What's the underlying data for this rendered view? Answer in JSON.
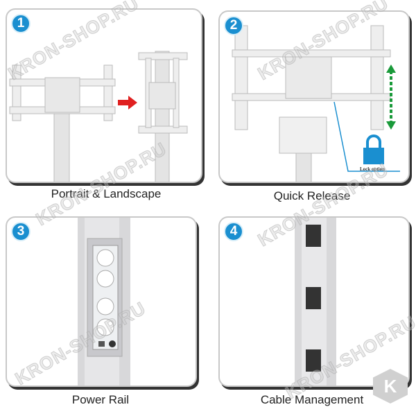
{
  "panels": [
    {
      "number": "1",
      "caption": "Portrait & Landscape"
    },
    {
      "number": "2",
      "caption": "Quick Release",
      "lock_label": "Lock option"
    },
    {
      "number": "3",
      "caption": "Power Rail"
    },
    {
      "number": "4",
      "caption": "Cable Management"
    }
  ],
  "watermark": "KRON-SHOP.RU",
  "logo_letter": "K",
  "colors": {
    "badge": "#1a8fd0",
    "arrow_red": "#e02020",
    "arrow_green": "#1a9a3a",
    "lock": "#1a8fd0"
  }
}
